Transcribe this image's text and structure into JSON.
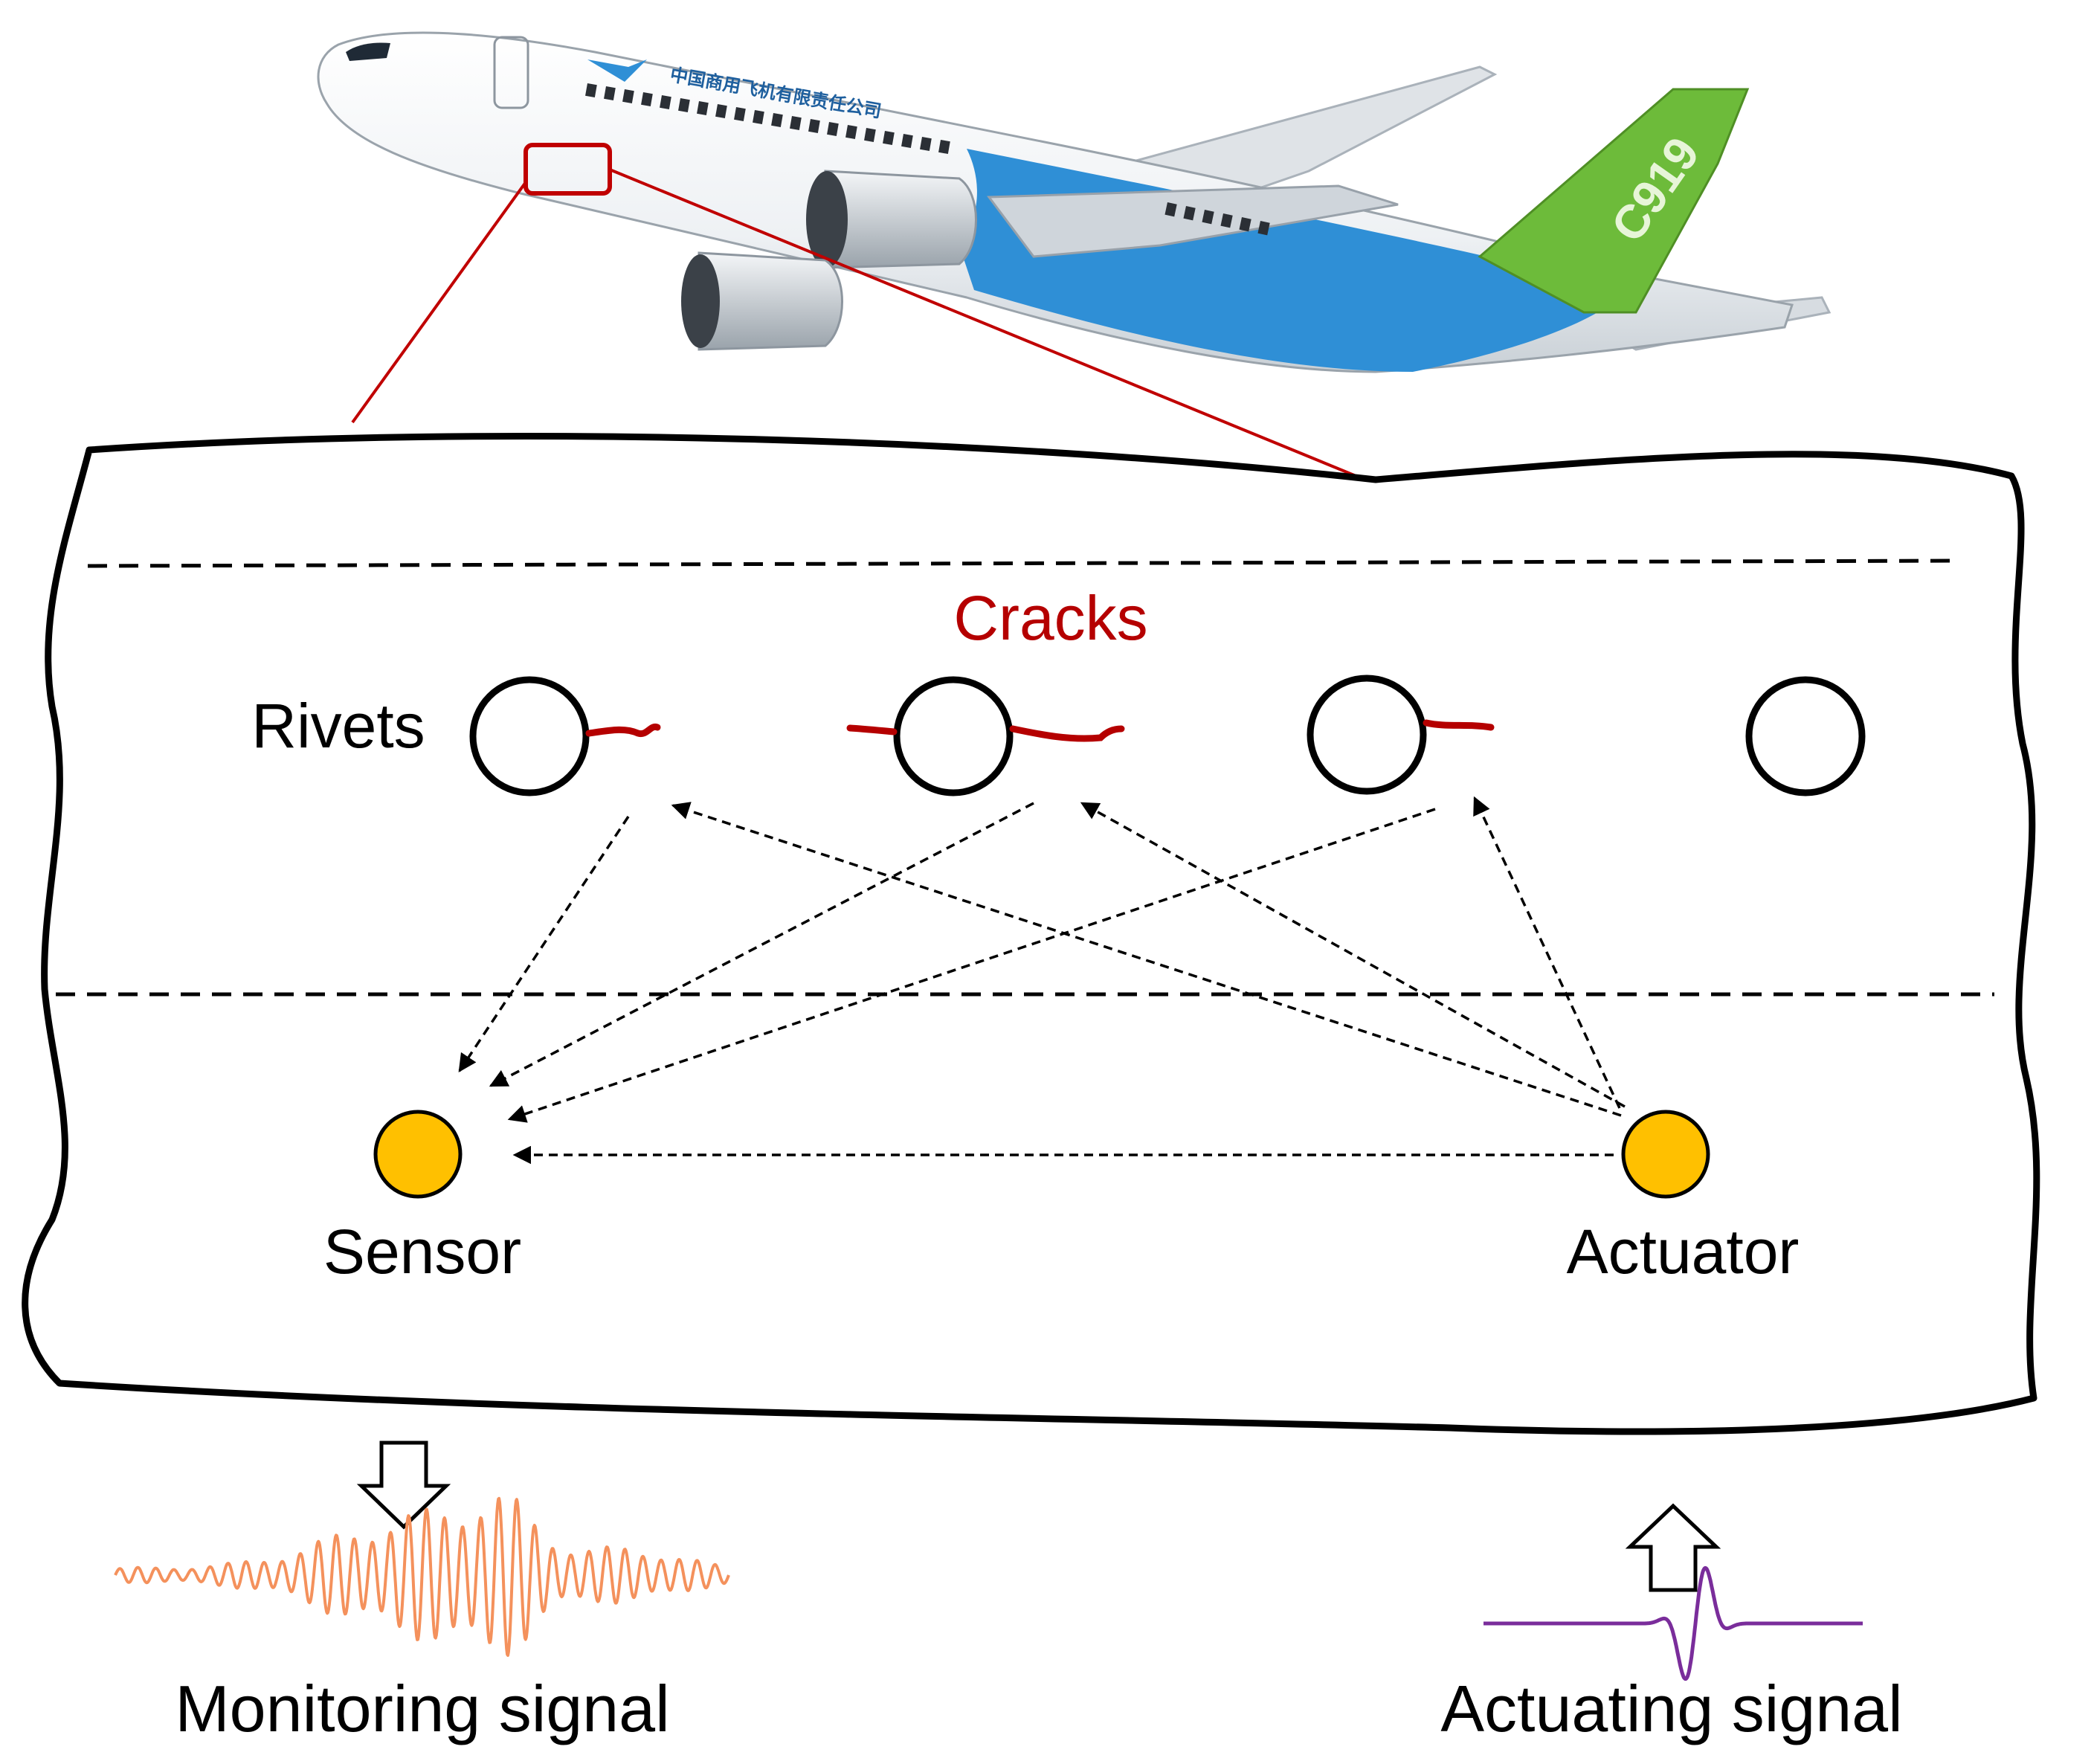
{
  "airplane": {
    "tail_text": "C919",
    "livery_text": "中国商用飞机有限责任公司"
  },
  "labels": {
    "cracks": "Cracks",
    "rivets": "Rivets",
    "sensor": "Sensor",
    "actuator": "Actuator",
    "monitoring_signal": "Monitoring signal",
    "actuating_signal": "Actuating signal"
  },
  "colors": {
    "crack": "#b50000",
    "zoom_box": "#c00000",
    "transducer": "#ffc000",
    "monitoring_wave": "#f4915c",
    "actuating_wave": "#7a2d9b",
    "fuselage_blue": "#2f8fd6",
    "tail_green": "#6dbb3a"
  },
  "icons": {
    "down_arrow": "hollow-down-arrow-icon",
    "up_arrow": "hollow-up-arrow-icon"
  }
}
